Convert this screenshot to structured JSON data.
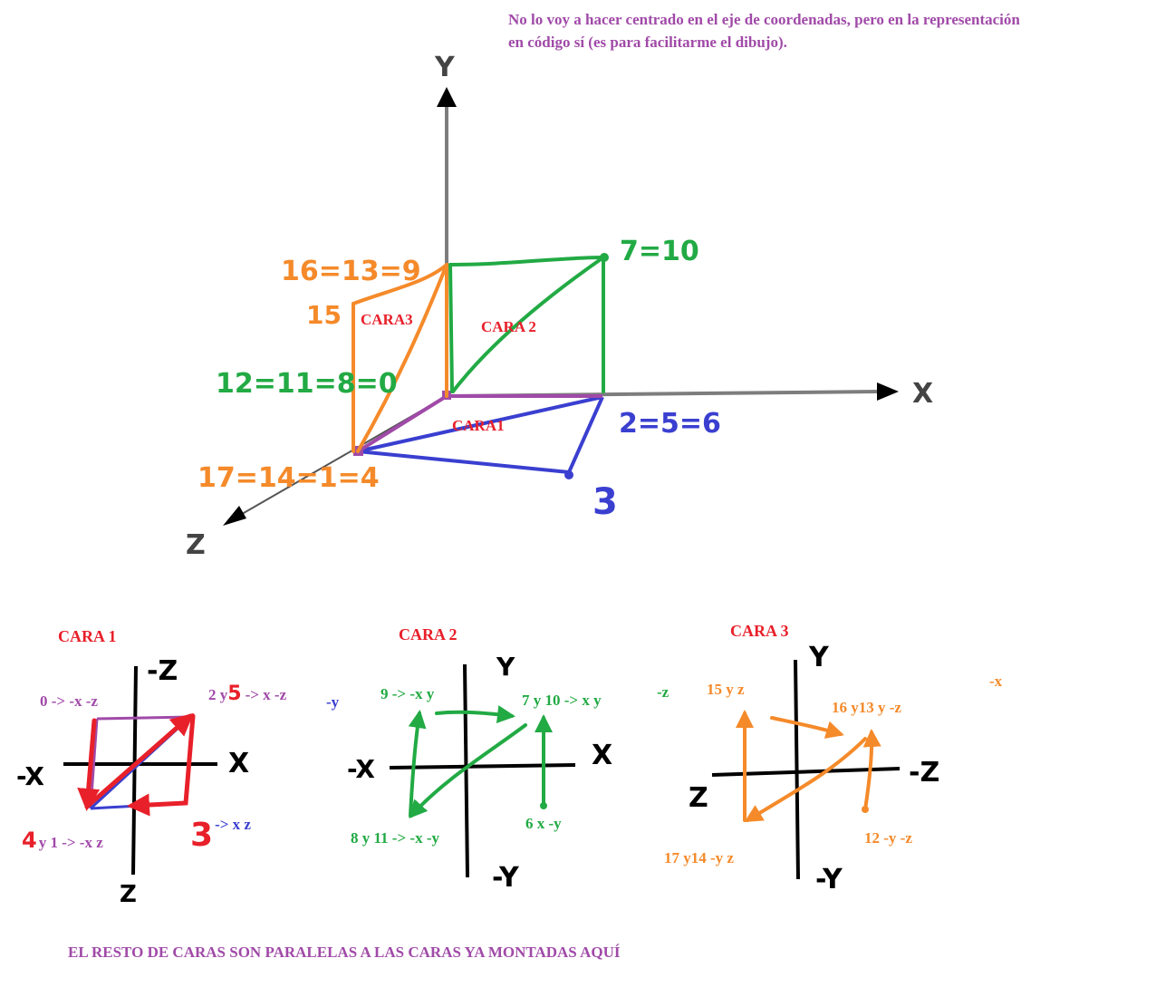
{
  "note": {
    "line1": "No lo voy a hacer centrado en el eje de coordenadas, pero en la representación",
    "line2": "en código sí (es para facilitarme el dibujo)."
  },
  "footer": "EL RESTO DE CARAS SON PARALELAS A LAS CARAS YA MONTADAS AQUÍ",
  "colors": {
    "purple": "#a04aa8",
    "red": "#e8202a",
    "green": "#22aa44",
    "blue": "#3a3fd0",
    "orange": "#f58a2a",
    "black": "#000000",
    "gray": "#888888"
  },
  "cube": {
    "axes": {
      "y": "Y",
      "x": "X",
      "z": "Z"
    },
    "face_labels": {
      "cara1": "CARA1",
      "cara2": "CARA 2",
      "cara3": "CARA3"
    },
    "vertex_labels": {
      "v_top_back": "16=13=9",
      "v_top_front": "15",
      "v_top_right": "7=10",
      "v_origin": "12=11=8=0",
      "v_right": "2=5=6",
      "v_front": "17=14=1=4",
      "v_front_right": "3"
    }
  },
  "faces": [
    {
      "title": "CARA 1",
      "axis_labels": {
        "top": "-Z",
        "bottom": "Z",
        "left": "-X",
        "right": "X"
      },
      "labels": {
        "top_left": "0 -> -x -z",
        "top_right_num": "2 y",
        "top_right_five": "5",
        "top_right_rest": "-> x -z",
        "bottom_left_num": "4",
        "bottom_left_rest": "y 1 -> -x z",
        "bottom_right_num": "3",
        "bottom_right_rest": "-> x z",
        "stray": "-y"
      }
    },
    {
      "title": "CARA 2",
      "axis_labels": {
        "top": "Y",
        "bottom": "-Y",
        "left": "-X",
        "right": "X"
      },
      "labels": {
        "top_left": "9 -> -x y",
        "top_right": "7 y 10 -> x y",
        "bottom_left": "8 y 11 -> -x -y",
        "bottom_right": "6 x -y",
        "stray": "-z"
      }
    },
    {
      "title": "CARA 3",
      "axis_labels": {
        "top": "Y",
        "bottom": "-Y",
        "left": "Z",
        "right": "-Z"
      },
      "labels": {
        "top_left": "15 y z",
        "top_right": "16 y13 y -z",
        "bottom_left": "17 y14 -y z",
        "bottom_right": "12 -y -z",
        "stray": "-x"
      }
    }
  ]
}
